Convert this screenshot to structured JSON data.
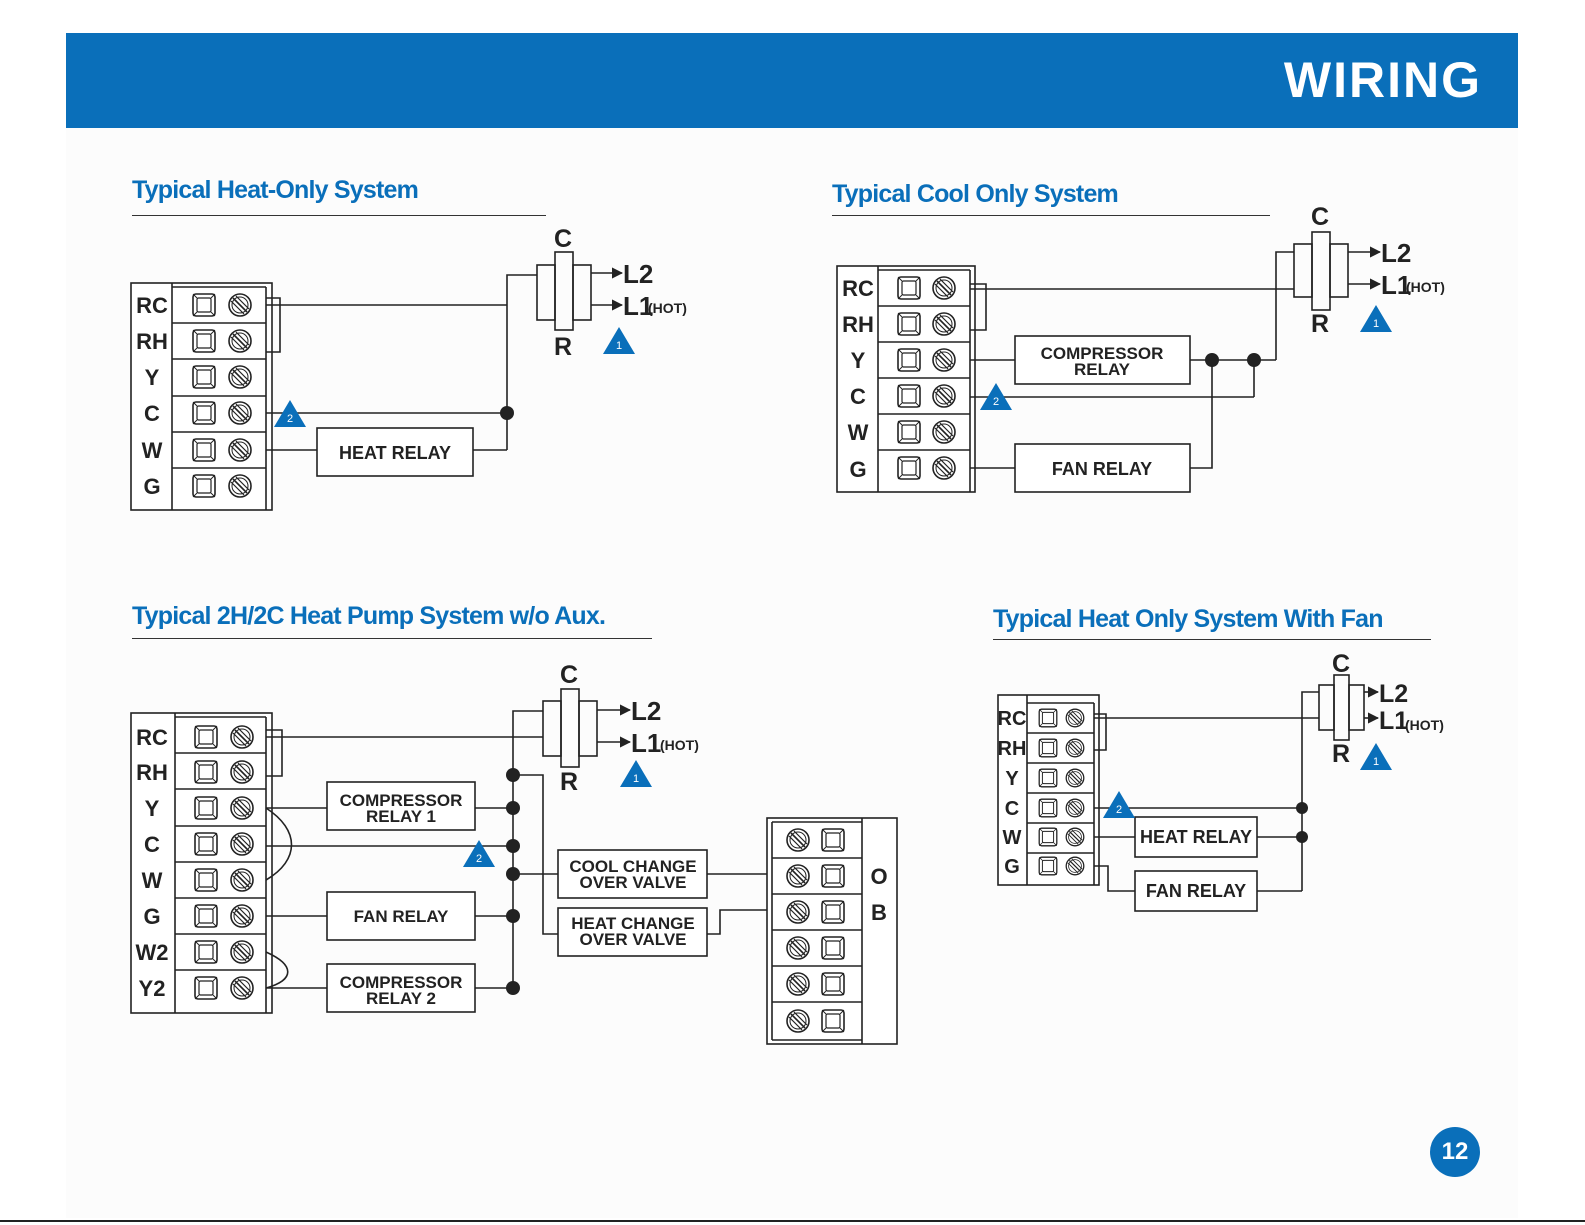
{
  "banner": {
    "title": "WIRING"
  },
  "page_number": "12",
  "colors": {
    "accent": "#0a6fba",
    "line": "#222222",
    "terminal_block": "#ffffff"
  },
  "icons": {
    "note_triangle": "blue-triangle-warning-icon",
    "screw_slotted": "screw-slot-icon",
    "screw_square": "square-terminal-icon",
    "junction": "junction-dot-icon"
  },
  "diagrams": {
    "heat_only": {
      "title": "Typical Heat-Only System",
      "terminals": [
        "RC",
        "RH",
        "Y",
        "C",
        "W",
        "G"
      ],
      "transformer": {
        "top": "C",
        "bottom": "R",
        "l2": "L2",
        "l1": "L1",
        "l1_suffix": "(HOT)"
      },
      "relays": [
        "HEAT RELAY"
      ],
      "notes": [
        "1",
        "2"
      ]
    },
    "cool_only": {
      "title": "Typical Cool Only System",
      "terminals": [
        "RC",
        "RH",
        "Y",
        "C",
        "W",
        "G"
      ],
      "transformer": {
        "top": "C",
        "bottom": "R",
        "l2": "L2",
        "l1": "L1",
        "l1_suffix": "(HOT)"
      },
      "relays": [
        {
          "line1": "COMPRESSOR",
          "line2": "RELAY"
        },
        {
          "line1": "FAN RELAY",
          "line2": ""
        }
      ],
      "notes": [
        "1",
        "2"
      ]
    },
    "heat_pump": {
      "title": "Typical 2H/2C Heat Pump System w/o Aux.",
      "terminals": [
        "RC",
        "RH",
        "Y",
        "C",
        "W",
        "G",
        "W2",
        "Y2"
      ],
      "transformer": {
        "top": "C",
        "bottom": "R",
        "l2": "L2",
        "l1": "L1",
        "l1_suffix": "(HOT)"
      },
      "relays": [
        {
          "line1": "COMPRESSOR",
          "line2": "RELAY 1"
        },
        {
          "line1": "FAN RELAY",
          "line2": ""
        },
        {
          "line1": "COMPRESSOR",
          "line2": "RELAY 2"
        }
      ],
      "valves": [
        {
          "line1": "COOL CHANGE",
          "line2": "OVER VALVE"
        },
        {
          "line1": "HEAT CHANGE",
          "line2": "OVER VALVE"
        }
      ],
      "valve_terminals": [
        "O",
        "B"
      ],
      "notes": [
        "1",
        "2"
      ]
    },
    "heat_fan": {
      "title": "Typical Heat Only System With Fan",
      "terminals": [
        "RC",
        "RH",
        "Y",
        "C",
        "W",
        "G"
      ],
      "transformer": {
        "top": "C",
        "bottom": "R",
        "l2": "L2",
        "l1": "L1",
        "l1_suffix": "(HOT)"
      },
      "relays": [
        "HEAT RELAY",
        "FAN RELAY"
      ],
      "notes": [
        "1",
        "2"
      ]
    }
  }
}
